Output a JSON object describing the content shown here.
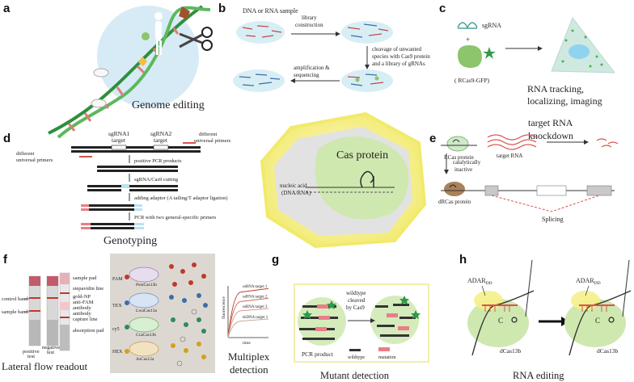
{
  "panels": {
    "a": {
      "letter": "a",
      "caption": "Genome editing"
    },
    "b": {
      "letter": "b",
      "sample": "DNA or RNA sample",
      "step1_l1": "library",
      "step1_l2": "construction",
      "step2_l1": "cleavage of unwanted",
      "step2_l2": "species with Cas9 protein",
      "step2_l3": "and a library of gRNAs",
      "step3_l1": "amplification &",
      "step3_l2": "sequencing"
    },
    "c": {
      "letter": "c",
      "sgrna": "sgRNA",
      "plus": "+",
      "protein": "( RCas9-GFP)",
      "caption_l1": "RNA tracking,",
      "caption_l2": "localizing, imaging"
    },
    "center": {
      "title": "Cas protein",
      "na_l1": "nucleic acid",
      "na_l2": "(DNA/RNA)"
    },
    "d": {
      "letter": "d",
      "sg1_l1": "sgRNA1",
      "sg1_l2": "target",
      "sg2_l1": "sgRNA2",
      "sg2_l2": "target",
      "left_l1": "different",
      "left_l2": "universal primers",
      "right_l1": "different",
      "right_l2": "universal primers",
      "s1": "positive PCR products",
      "s2": "sgRNA/Cas9 cutting",
      "s3": "adding adaptor (A tailing/T adaptor ligation)",
      "s4": "PCR with two general-specific primers",
      "caption": "Genotyping"
    },
    "e": {
      "letter": "e",
      "title_l1": "target RNA",
      "title_l2": "knockdown",
      "rcas": "RCas protein",
      "target_rna": "target RNA",
      "inactive_l1": "catalytically",
      "inactive_l2": "inactive",
      "dcas": "dRCas protein",
      "splicing": "Splicing"
    },
    "f": {
      "letter": "f",
      "labels_right": [
        "sample pad",
        "stepavidin line",
        "gold-NP",
        "anti-FAM",
        "antibody",
        "antibody",
        "capture line",
        "absorption pad"
      ],
      "control_band": "control band",
      "sample_band": "sample band",
      "positive_l1": "positive",
      "positive_l2": "test",
      "negative_l1": "negative",
      "negative_l2": "test",
      "caption": "Lateral flow readout",
      "reporters": [
        "FAM",
        "TEX",
        "cy5",
        "HEX"
      ],
      "enzymes": [
        "PsmCas13b",
        "LwaCas13a",
        "CcaCas13b",
        "AsCas12a"
      ],
      "curve_labels": [
        "ssRNA target 1",
        "ssRNA target 2",
        "ssRNA target 3",
        "dsDNA target 1"
      ],
      "y_axis": "fluorescence",
      "x_axis": "time",
      "mp_l1": "Multiplex",
      "mp_l2": "detection"
    },
    "g": {
      "letter": "g",
      "wt_l1": "wildtype",
      "wt_l2": "cleaved",
      "wt_l3": "by Cas9",
      "pcr": "PCR product",
      "legend_wt": "wildtype",
      "legend_mut": "mutation",
      "caption": "Mutant detection"
    },
    "h": {
      "letter": "h",
      "adar": "ADAR",
      "adar_sub": "DD",
      "c": "C",
      "dcas": "dCas13b",
      "caption": "RNA editing"
    }
  },
  "chart_data": {
    "type": "line",
    "title": "",
    "xlabel": "time",
    "ylabel": "fluorescence",
    "series": [
      {
        "name": "ssRNA target 1",
        "values": [
          0,
          0.88,
          0.95
        ]
      },
      {
        "name": "ssRNA target 2",
        "values": [
          0,
          0.7,
          0.76
        ]
      },
      {
        "name": "ssRNA target 3",
        "values": [
          0,
          0.52,
          0.56
        ]
      },
      {
        "name": "dsDNA target 1",
        "values": [
          0,
          0.32,
          0.36
        ]
      }
    ],
    "grid": false
  },
  "colors": {
    "green": "#8cc56b",
    "light_green": "#d6ecbf",
    "red": "#d9534f",
    "blue": "#3b6ea8",
    "yellow": "#f5ef8a",
    "gray": "#c9c9c9",
    "pink": "#e97e86"
  }
}
